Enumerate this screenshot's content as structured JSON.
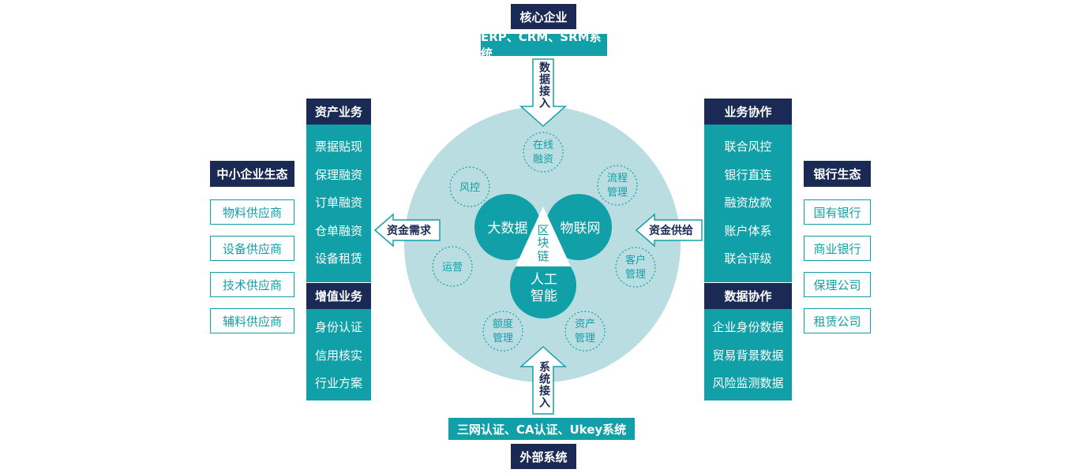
{
  "top": {
    "header": "核心企业",
    "system": "ERP、CRM、SRM系统",
    "arrow_label": "数据接入"
  },
  "bottom": {
    "system": "三网认证、CA认证、Ukey系统",
    "footer": "外部系统",
    "arrow_label": "系统接入"
  },
  "left": {
    "ecosystem_title": "中小企业生态",
    "suppliers": [
      "物料供应商",
      "设备供应商",
      "技术供应商",
      "辅料供应商"
    ],
    "asset_title": "资产业务",
    "asset_items": [
      "票据贴现",
      "保理融资",
      "订单融资",
      "仓单融资",
      "设备租赁"
    ],
    "value_title": "增值业务",
    "value_items": [
      "身份认证",
      "信用核实",
      "行业方案"
    ],
    "arrow_label": "资金需求"
  },
  "right": {
    "ecosystem_title": "银行生态",
    "banks": [
      "国有银行",
      "商业银行",
      "保理公司",
      "租赁公司"
    ],
    "collab_title": "业务协作",
    "collab_items": [
      "联合风控",
      "银行直连",
      "融资放款",
      "账户体系",
      "联合评级"
    ],
    "data_title": "数据协作",
    "data_items": [
      "企业身份数据",
      "贸易背景数据",
      "风险监测数据"
    ],
    "arrow_label": "资金供给"
  },
  "center": {
    "core": {
      "big_data": "大数据",
      "iot": "物联网",
      "ai_line1": "人工",
      "ai_line2": "智能",
      "blockchain": [
        "区",
        "块",
        "链"
      ]
    },
    "ring": [
      {
        "id": "online-financing",
        "lines": [
          "在线",
          "融资"
        ]
      },
      {
        "id": "process-management",
        "lines": [
          "流程",
          "管理"
        ]
      },
      {
        "id": "customer-management",
        "lines": [
          "客户",
          "管理"
        ]
      },
      {
        "id": "asset-management",
        "lines": [
          "资产",
          "管理"
        ]
      },
      {
        "id": "quota-management",
        "lines": [
          "额度",
          "管理"
        ]
      },
      {
        "id": "operation",
        "lines": [
          "运营"
        ]
      },
      {
        "id": "risk-control",
        "lines": [
          "风控"
        ]
      }
    ]
  },
  "colors": {
    "navy": "#1b2a55",
    "teal": "#12a0a8",
    "circle_bg": "#b9dde1"
  }
}
